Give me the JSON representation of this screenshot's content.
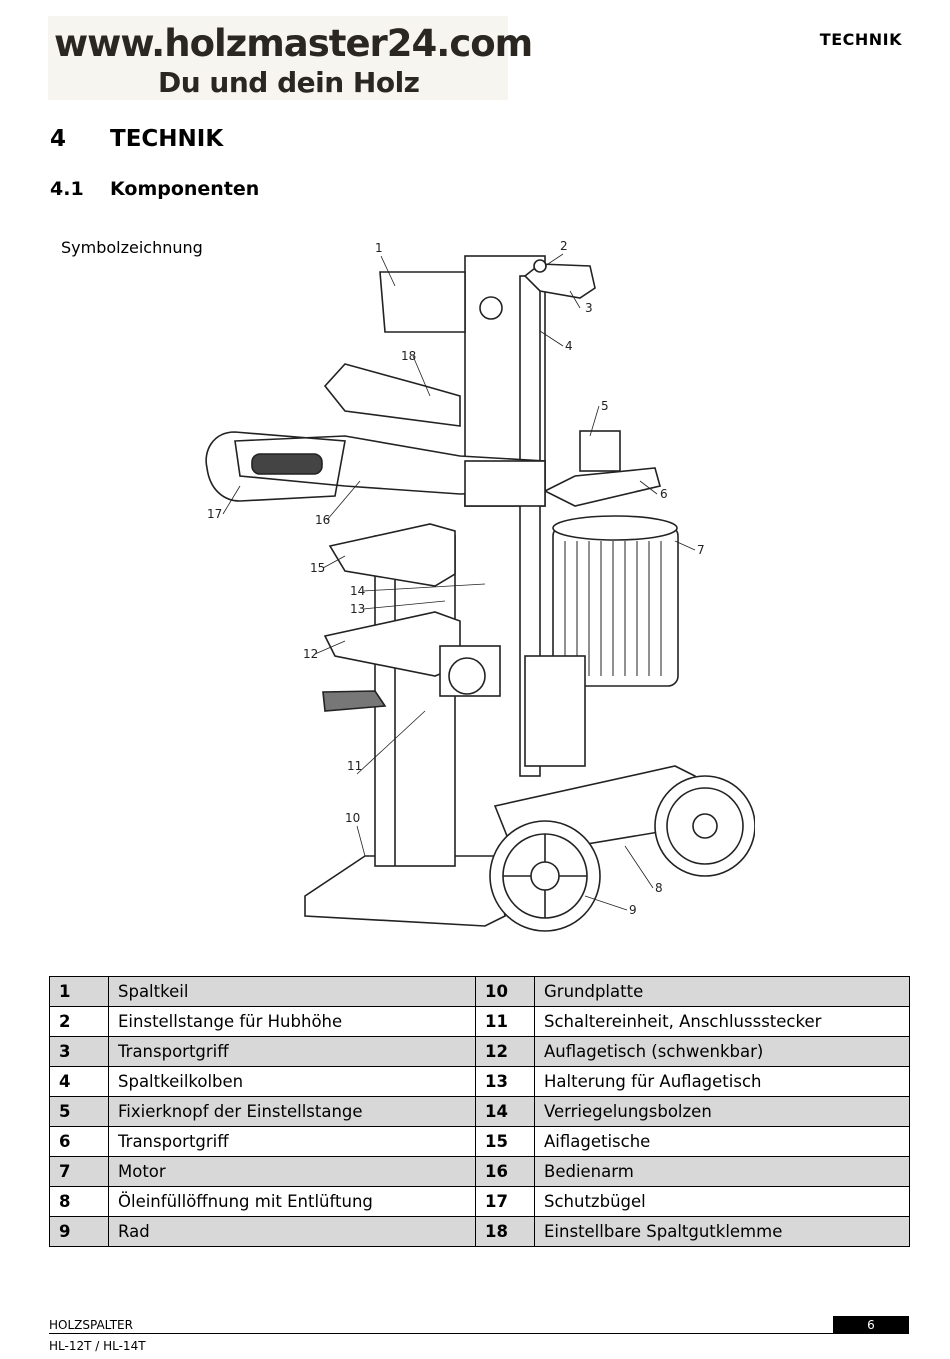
{
  "logo": {
    "url": "www.holzmaster24.com",
    "tagline": "Du und dein Holz"
  },
  "header": {
    "section": "TECHNIK"
  },
  "heading1": {
    "number": "4",
    "title": "TECHNIK"
  },
  "heading2": {
    "number": "4.1",
    "title": "Komponenten"
  },
  "figure": {
    "caption": "Symbolzeichnung",
    "callouts": [
      "1",
      "2",
      "3",
      "4",
      "5",
      "6",
      "7",
      "8",
      "9",
      "10",
      "11",
      "12",
      "13",
      "14",
      "15",
      "16",
      "17",
      "18"
    ]
  },
  "legend": [
    {
      "n1": "1",
      "t1": "Spaltkeil",
      "n2": "10",
      "t2": "Grundplatte"
    },
    {
      "n1": "2",
      "t1": "Einstellstange für Hubhöhe",
      "n2": "11",
      "t2": "Schaltereinheit, Anschlussstecker"
    },
    {
      "n1": "3",
      "t1": "Transportgriff",
      "n2": "12",
      "t2": "Auflagetisch (schwenkbar)"
    },
    {
      "n1": "4",
      "t1": "Spaltkeilkolben",
      "n2": "13",
      "t2": "Halterung für Auflagetisch"
    },
    {
      "n1": "5",
      "t1": "Fixierknopf der Einstellstange",
      "n2": "14",
      "t2": "Verriegelungsbolzen"
    },
    {
      "n1": "6",
      "t1": "Transportgriff",
      "n2": "15",
      "t2": "Aiflagetische"
    },
    {
      "n1": "7",
      "t1": "Motor",
      "n2": "16",
      "t2": "Bedienarm"
    },
    {
      "n1": "8",
      "t1": "Öleinfüllöffnung mit Entlüftung",
      "n2": "17",
      "t2": "Schutzbügel"
    },
    {
      "n1": "9",
      "t1": "Rad",
      "n2": "18",
      "t2": "Einstellbare Spaltgutklemme"
    }
  ],
  "footer": {
    "product": "HOLZSPALTER",
    "model": "HL-12T / HL-14T",
    "page": "6"
  }
}
